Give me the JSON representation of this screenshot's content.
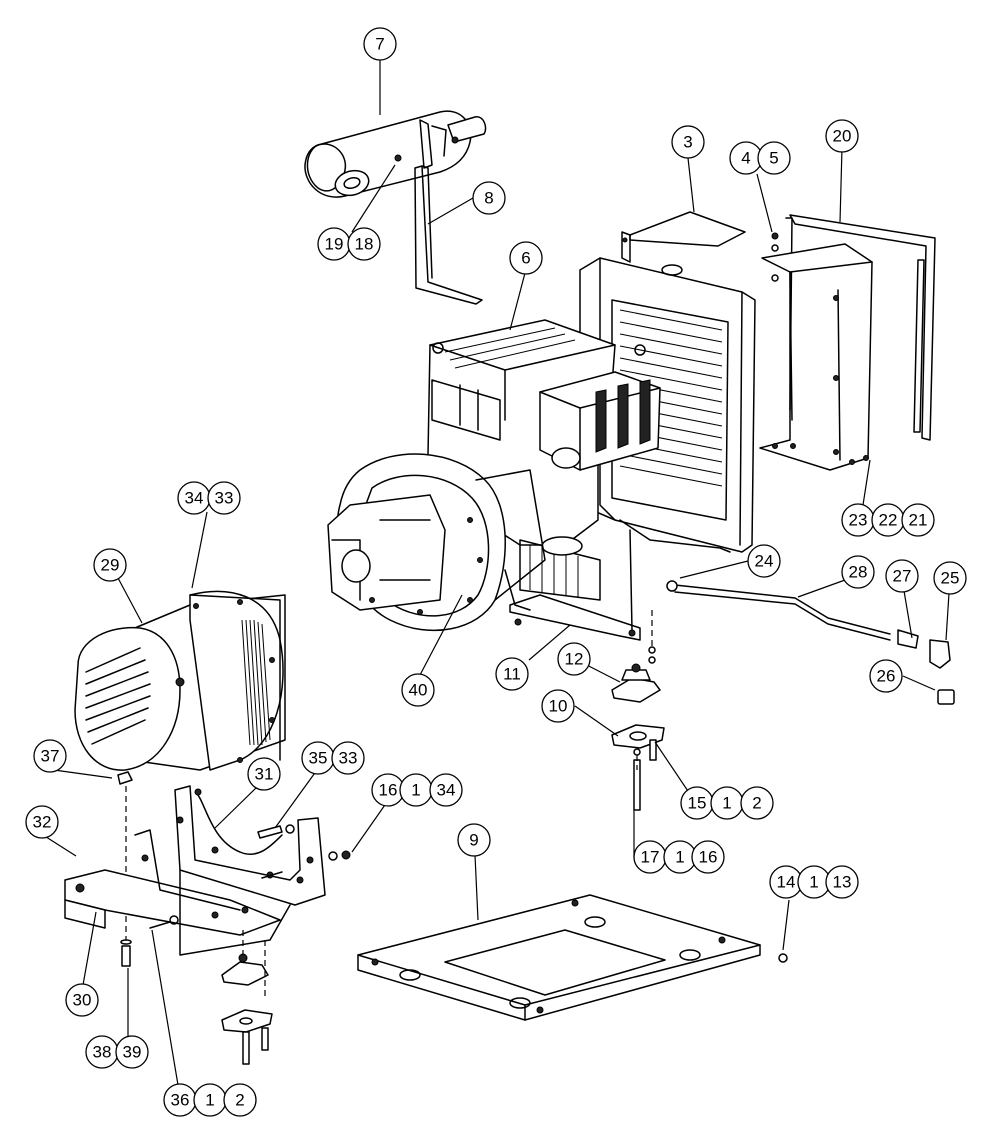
{
  "callouts": {
    "c1": "1",
    "c2": "2",
    "c3": "3",
    "c4": "4",
    "c5": "5",
    "c6": "6",
    "c7": "7",
    "c8": "8",
    "c9": "9",
    "c10": "10",
    "c11": "11",
    "c12": "12",
    "c13": "13",
    "c14": "14",
    "c15": "15",
    "c16": "16",
    "c17": "17",
    "c18": "18",
    "c19": "19",
    "c20": "20",
    "c21": "21",
    "c22": "22",
    "c23": "23",
    "c24": "24",
    "c25": "25",
    "c26": "26",
    "c27": "27",
    "c28": "28",
    "c29": "29",
    "c30": "30",
    "c31": "31",
    "c32": "32",
    "c33": "33",
    "c34": "34",
    "c35": "35",
    "c36": "36",
    "c37": "37",
    "c38": "38",
    "c39": "39",
    "c40": "40"
  }
}
